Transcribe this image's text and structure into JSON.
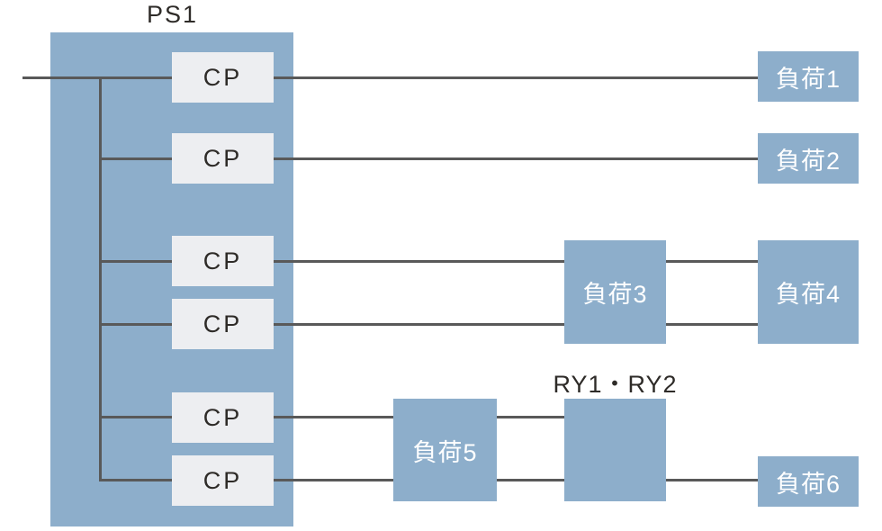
{
  "diagram": {
    "power_supply_label": "PS1",
    "relay_label": "RY1・RY2",
    "cp_labels": [
      "CP",
      "CP",
      "CP",
      "CP",
      "CP",
      "CP"
    ],
    "loads": [
      {
        "label": "負荷1"
      },
      {
        "label": "負荷2"
      },
      {
        "label": "負荷3"
      },
      {
        "label": "負荷4"
      },
      {
        "label": "負荷5"
      },
      {
        "label": "負荷6"
      }
    ],
    "wires": [
      {
        "from": "power-input",
        "to": "cp-1"
      },
      {
        "from": "cp-1",
        "to": "load-1"
      },
      {
        "from": "cp-2",
        "to": "load-2"
      },
      {
        "from": "cp-3",
        "to": "load-3"
      },
      {
        "from": "cp-4",
        "to": "load-3"
      },
      {
        "from": "load-3",
        "to": "load-4",
        "count": 2
      },
      {
        "from": "cp-5",
        "to": "load-5"
      },
      {
        "from": "cp-6",
        "to": "load-5"
      },
      {
        "from": "load-5",
        "to": "relay",
        "count": 2
      },
      {
        "from": "relay",
        "to": "load-6"
      }
    ],
    "colors": {
      "box_blue": "#8DAECB",
      "cp_fill": "#EDEEF1",
      "wire": "#595959",
      "label_dark": "#2E2B28",
      "label_light": "#FFFFFF"
    }
  }
}
